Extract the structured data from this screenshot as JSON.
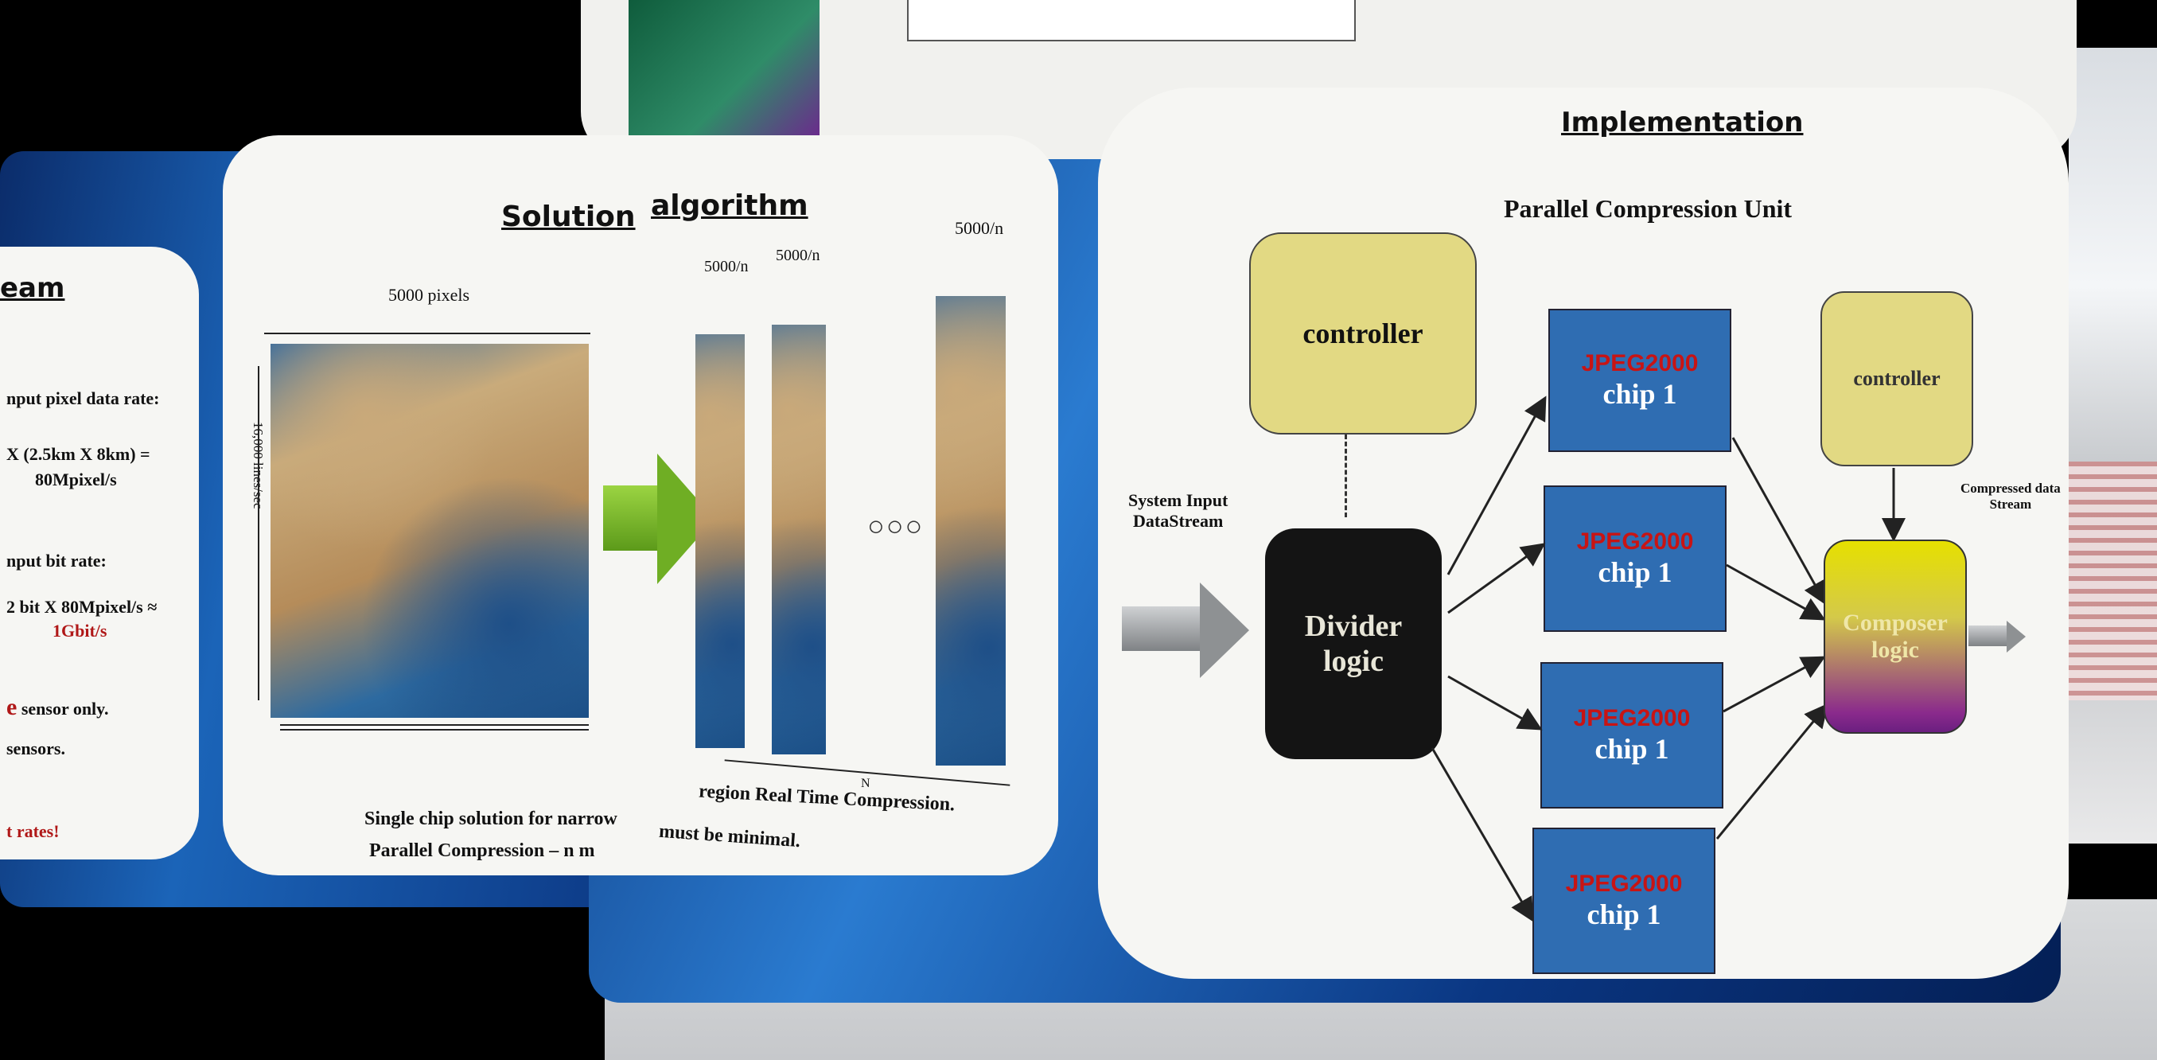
{
  "left_panel": {
    "heading_fragment": "eam",
    "line1": "nput pixel data rate:",
    "line2": "X (2.5km X  8km) =",
    "line3": "80Mpixel/s",
    "line4": "nput bit rate:",
    "line5": "2 bit X 80Mpixel/s ≈",
    "line6": "1Gbit/s",
    "line7_red": "e",
    "line7_rest": "sensor only.",
    "line8": "sensors.",
    "line9": "t rates!"
  },
  "solution": {
    "title_a": "Solution",
    "title_b": "algorithm",
    "width_label": "5000 pixels",
    "height_label": "16,000 lines/sec",
    "strip_label_1": "5000/n",
    "strip_label_2": "5000/n",
    "strip_label_3": "5000/n",
    "ellipsis": "○○○",
    "n_label": "N",
    "caption1": "Single chip solution for narrow",
    "caption1b": "region Real Time Compression.",
    "caption2": "Parallel Compression – n m",
    "caption2b": "must be minimal."
  },
  "implementation": {
    "title": "Implementation",
    "subtitle": "Parallel Compression Unit",
    "controller_label": "controller",
    "controller2_label": "controller",
    "divider_line1": "Divider",
    "divider_line2": "logic",
    "input_label_1": "System Input",
    "input_label_2": "DataStream",
    "output_label_1": "Compressed data",
    "output_label_2": "Stream",
    "composer_line1": "Composer",
    "composer_line2": "logic",
    "chips": [
      {
        "brand": "JPEG2000",
        "name": "chip 1"
      },
      {
        "brand": "JPEG2000",
        "name": "chip 1"
      },
      {
        "brand": "JPEG2000",
        "name": "chip 1"
      },
      {
        "brand": "JPEG2000",
        "name": "chip 1"
      }
    ]
  },
  "colors": {
    "poster_blue": "#1b64b8",
    "controller_yellow": "#e2d983",
    "chip_blue": "#2f6db2",
    "jpeg_red": "#c81414",
    "arrow_green": "#7ab82a",
    "arrow_gray": "#8e9193"
  }
}
